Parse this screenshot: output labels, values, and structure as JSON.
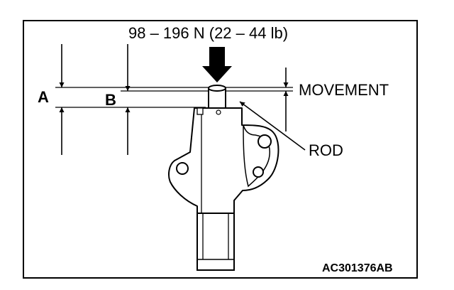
{
  "labels": {
    "force": "98 – 196 N (22 – 44 lb)",
    "movement": "MOVEMENT",
    "rod": "ROD",
    "a": "A",
    "b": "B",
    "figure_code": "AC301376AB"
  },
  "colors": {
    "line": "#000000",
    "background": "#ffffff"
  }
}
